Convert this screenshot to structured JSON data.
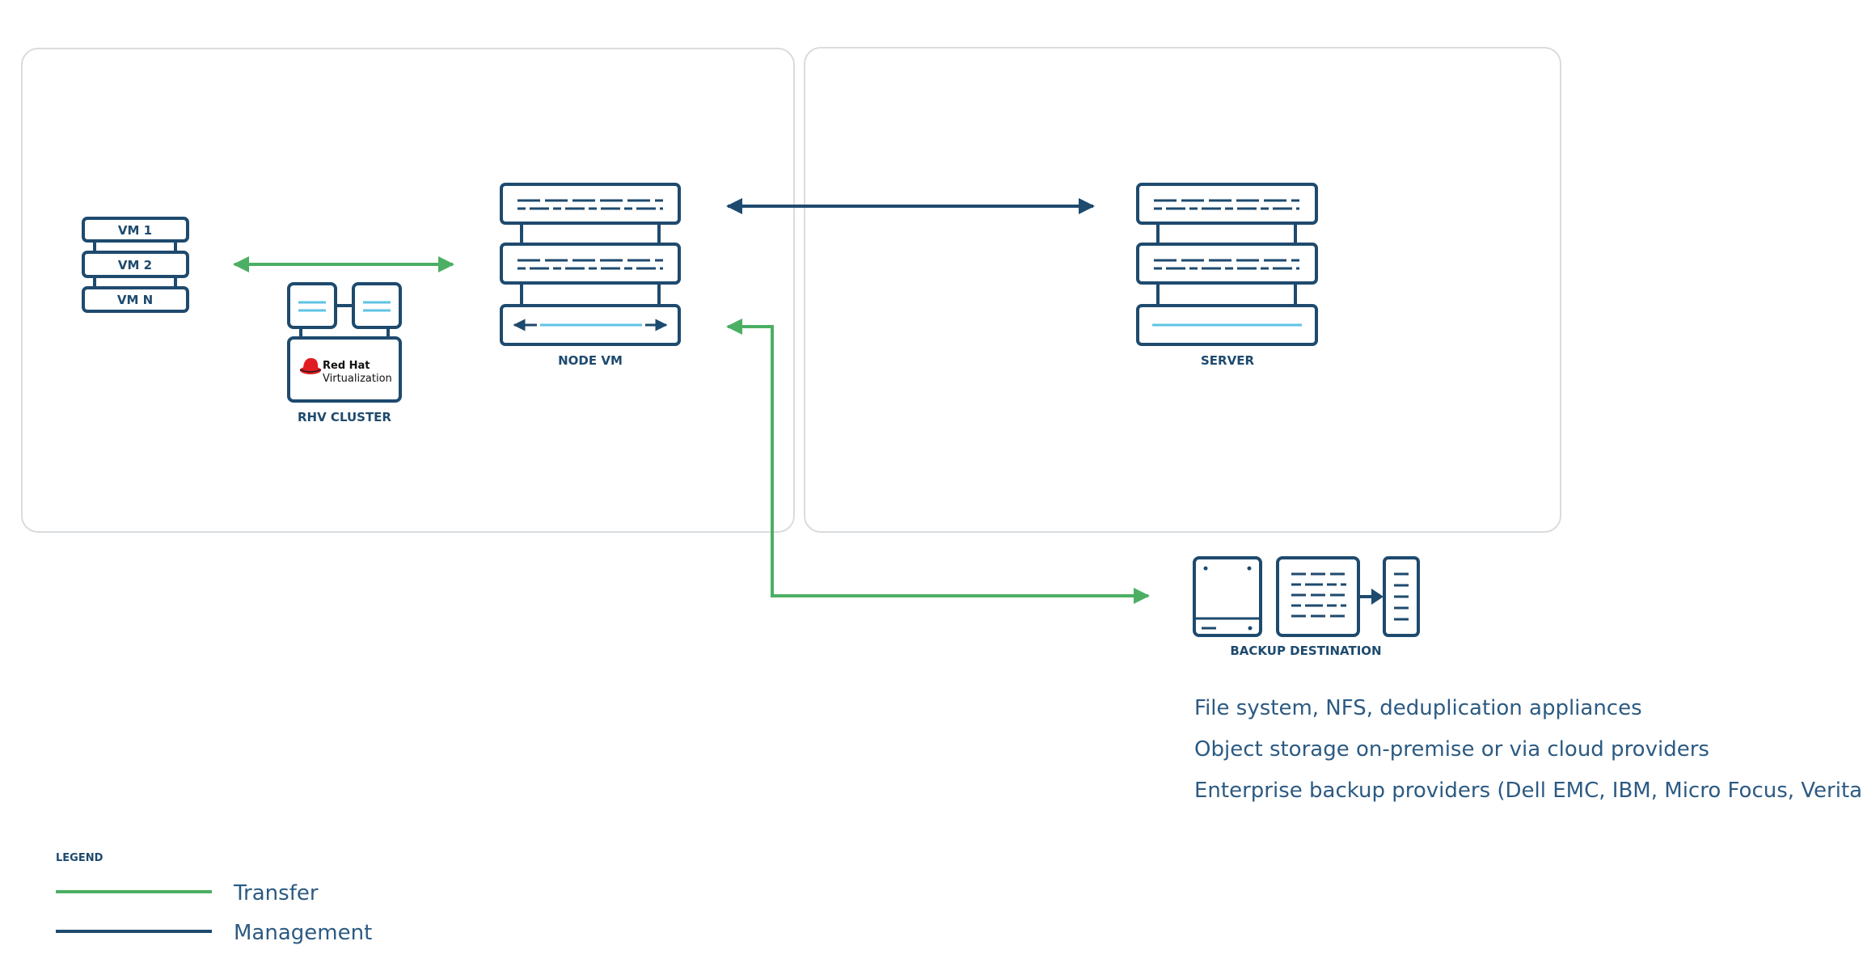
{
  "colors": {
    "dark": "#1e4a6e",
    "transfer": "#4caf64",
    "light": "#5ec3e4",
    "frame": "#d9dcdf",
    "brand_red": "#e01d22"
  },
  "vm_stack": {
    "items": [
      "VM 1",
      "VM 2",
      "VM N"
    ]
  },
  "rhv_cluster": {
    "label": "RHV CLUSTER",
    "logo_line1": "Red Hat",
    "logo_line2": "Virtualization"
  },
  "node_vm": {
    "label": "NODE VM"
  },
  "server": {
    "label": "SERVER"
  },
  "backup": {
    "label": "BACKUP DESTINATION",
    "options": [
      "File system, NFS, deduplication appliances",
      "Object storage on-premise or via cloud providers",
      "Enterprise backup providers (Dell EMC, IBM, Micro Focus, Veritas)"
    ]
  },
  "legend": {
    "title": "LEGEND",
    "transfer": "Transfer",
    "management": "Management"
  }
}
